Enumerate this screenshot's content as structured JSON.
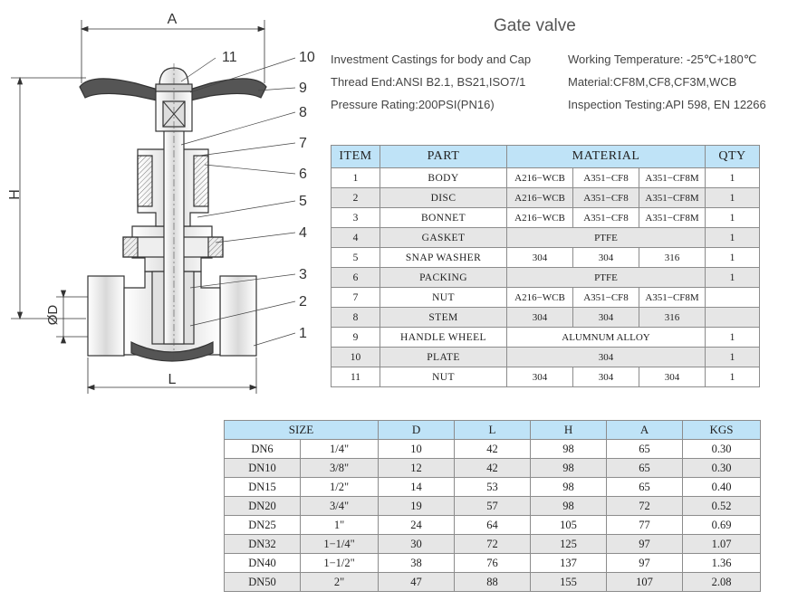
{
  "title": "Gate valve",
  "specs": {
    "left": [
      "Investment Castings for body and Cap",
      "Thread End:ANSI B2.1, BS21,ISO7/1",
      "Pressure Rating:200PSI(PN16)"
    ],
    "right": [
      "Working Temperature: -25℃+180℃",
      "Material:CF8M,CF8,CF3M,WCB",
      "Inspection Testing:API 598, EN 12266"
    ]
  },
  "drawing": {
    "dim_a": "A",
    "dim_h": "H",
    "dim_d": "ØD",
    "dim_l": "L",
    "callouts": [
      "1",
      "2",
      "3",
      "4",
      "5",
      "6",
      "7",
      "8",
      "9",
      "10",
      "11"
    ]
  },
  "parts_table": {
    "headers": [
      "ITEM",
      "PART",
      "MATERIAL",
      "QTY"
    ],
    "rows": [
      {
        "item": "1",
        "part": "BODY",
        "m1": "A216−WCB",
        "m2": "A351−CF8",
        "m3": "A351−CF8M",
        "qty": "1"
      },
      {
        "item": "2",
        "part": "DISC",
        "m1": "A216−WCB",
        "m2": "A351−CF8",
        "m3": "A351−CF8M",
        "qty": "1"
      },
      {
        "item": "3",
        "part": "BONNET",
        "m1": "A216−WCB",
        "m2": "A351−CF8",
        "m3": "A351−CF8M",
        "qty": "1"
      },
      {
        "item": "4",
        "part": "GASKET",
        "merged": "PTFE",
        "qty": "1"
      },
      {
        "item": "5",
        "part": "SNAP WASHER",
        "m1": "304",
        "m2": "304",
        "m3": "316",
        "qty": "1"
      },
      {
        "item": "6",
        "part": "PACKING",
        "merged": "PTFE",
        "qty": "1"
      },
      {
        "item": "7",
        "part": "NUT",
        "m1": "A216−WCB",
        "m2": "A351−CF8",
        "m3": "A351−CF8M",
        "qty": ""
      },
      {
        "item": "8",
        "part": "STEM",
        "m1": "304",
        "m2": "304",
        "m3": "316",
        "qty": ""
      },
      {
        "item": "9",
        "part": "HANDLE WHEEL",
        "merged": "ALUMNUM ALLOY",
        "qty": "1"
      },
      {
        "item": "10",
        "part": "PLATE",
        "merged": "304",
        "qty": "1"
      },
      {
        "item": "11",
        "part": "NUT",
        "m1": "304",
        "m2": "304",
        "m3": "304",
        "qty": "1"
      }
    ]
  },
  "size_table": {
    "headers": [
      "SIZE",
      "D",
      "L",
      "H",
      "A",
      "KGS"
    ],
    "rows": [
      [
        "DN6",
        "1/4\"",
        "10",
        "42",
        "98",
        "65",
        "0.30"
      ],
      [
        "DN10",
        "3/8\"",
        "12",
        "42",
        "98",
        "65",
        "0.30"
      ],
      [
        "DN15",
        "1/2\"",
        "14",
        "53",
        "98",
        "65",
        "0.40"
      ],
      [
        "DN20",
        "3/4\"",
        "19",
        "57",
        "98",
        "72",
        "0.52"
      ],
      [
        "DN25",
        "1\"",
        "24",
        "64",
        "105",
        "77",
        "0.69"
      ],
      [
        "DN32",
        "1−1/4\"",
        "30",
        "72",
        "125",
        "97",
        "1.07"
      ],
      [
        "DN40",
        "1−1/2\"",
        "38",
        "76",
        "137",
        "97",
        "1.36"
      ],
      [
        "DN50",
        "2\"",
        "47",
        "88",
        "155",
        "107",
        "2.08"
      ]
    ]
  }
}
